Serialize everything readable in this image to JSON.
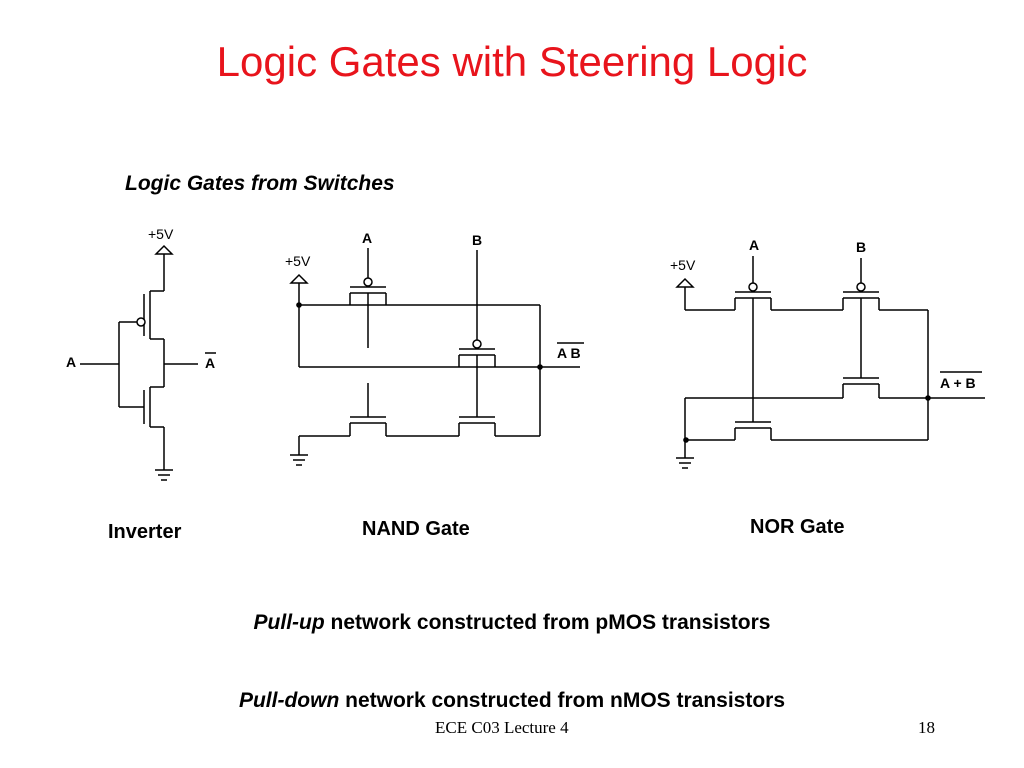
{
  "slide": {
    "title": "Logic Gates with Steering Logic",
    "subtitle": "Logic Gates from Switches",
    "title_color": "#e8141c"
  },
  "inverter": {
    "supply_label": "+5V",
    "input_label": "A",
    "output_label": "A",
    "caption": "Inverter"
  },
  "nand": {
    "supply_label": "+5V",
    "input_a_label": "A",
    "input_b_label": "B",
    "output_label": "A B",
    "caption": "NAND Gate"
  },
  "nor": {
    "supply_label": "+5V",
    "input_a_label": "A",
    "input_b_label": "B",
    "output_label": "A + B",
    "caption": "NOR Gate"
  },
  "notes": {
    "pullup_emphasis": "Pull-up",
    "pullup_rest": "network constructed from pMOS transistors",
    "pulldown_emphasis": "Pull-down",
    "pulldown_rest": "network constructed from nMOS transistors"
  },
  "footer": {
    "course": "ECE C03 Lecture 4",
    "page": "18"
  }
}
